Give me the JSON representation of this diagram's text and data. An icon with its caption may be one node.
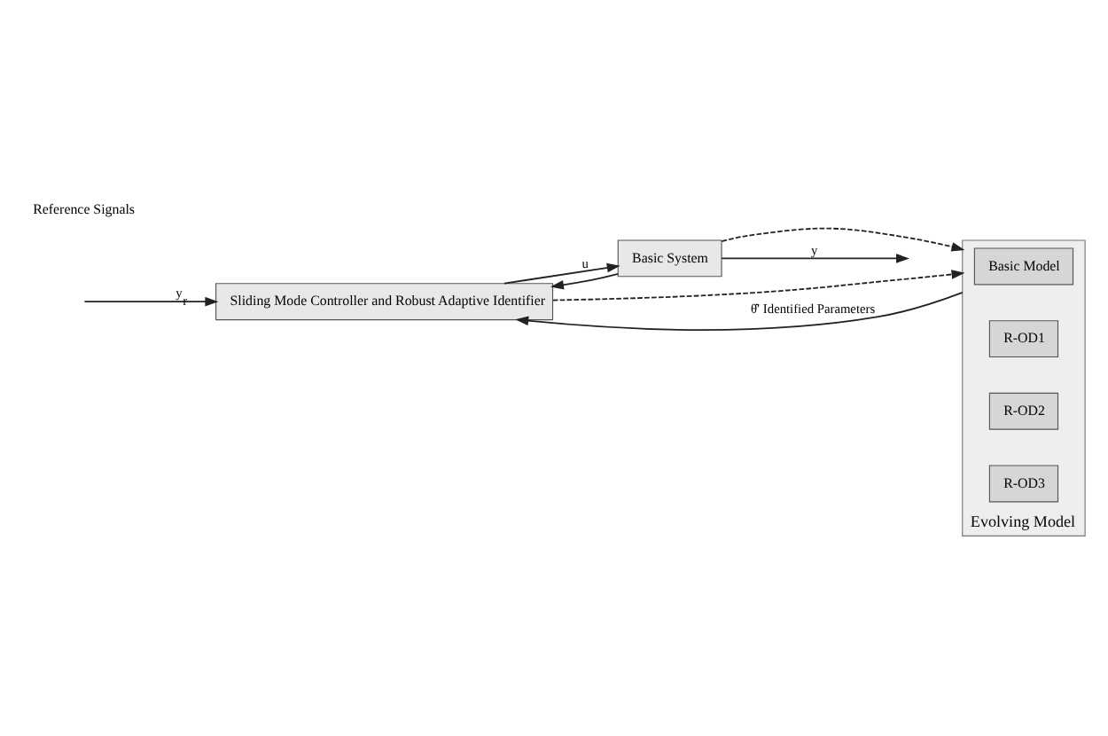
{
  "diagram": {
    "nodes": [
      {
        "text": [
          "Sliding Mode Controller and Robust Adaptive Identifier"
        ]
      },
      {
        "text": [
          "Basic System"
        ]
      },
      {
        "text": [
          "Evolving Model"
        ]
      },
      {
        "text": [
          "Basic Model"
        ],
        "in": 2
      },
      {
        "text": [
          "R-OD1"
        ],
        "in": 2
      },
      {
        "text": [
          "R-OD2"
        ],
        "in": 2
      },
      {
        "text": [
          "R-OD3"
        ],
        "in": 2
      }
    ],
    "edges": [
      {
        "from": null,
        "to": 0,
        "arrow": "to",
        "label": "y$_{r}$"
      },
      {
        "from": 0,
        "to": 1,
        "arrow": "to",
        "label": "u"
      },
      {
        "from": 1,
        "to": null,
        "arrow": "to",
        "label": "y"
      },
      {
        "from": 1,
        "to": 0,
        "arrow": "to"
      },
      {
        "from": 0,
        "to": 2,
        "arrow": "to",
        "style": "dashed"
      },
      {
        "from": 1,
        "to": 2,
        "arrow": "to",
        "style": "dashed"
      },
      {
        "from": 2,
        "to": 0,
        "arrow": "to",
        "label": "θ̂′ Identified Parameters"
      }
    ],
    "labels": [
      "Reference Signals"
    ]
  }
}
